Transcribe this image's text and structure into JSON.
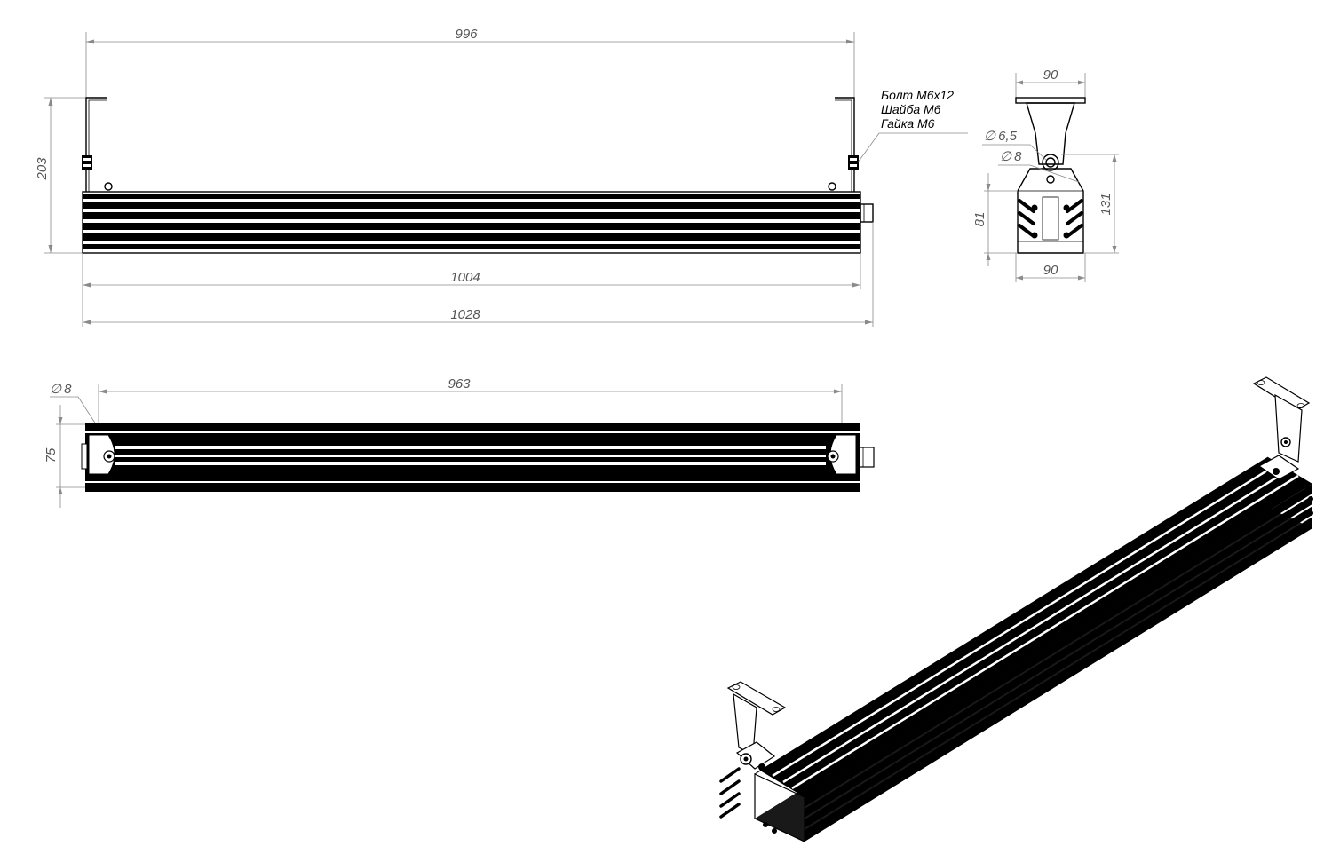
{
  "annotations": {
    "bolt": "Болт М6х12",
    "washer": "Шайба М6",
    "nut": "Гайка М6"
  },
  "dimensions": {
    "front_top_width": "996",
    "front_height": "203",
    "front_body_length": "1004",
    "front_total_length": "1028",
    "side_top_width": "90",
    "side_hole_small": "6,5",
    "side_hole_large": "8",
    "side_body_height": "81",
    "side_total_height": "131",
    "side_bottom_width": "90",
    "top_hole": "8",
    "top_mount_distance": "963",
    "top_width": "75"
  },
  "symbols": {
    "diameter": "∅"
  },
  "colors": {
    "line": "#000000",
    "dimension": "#8a8a8a",
    "dimension_text": "#555555",
    "body_fill": "#000000"
  }
}
